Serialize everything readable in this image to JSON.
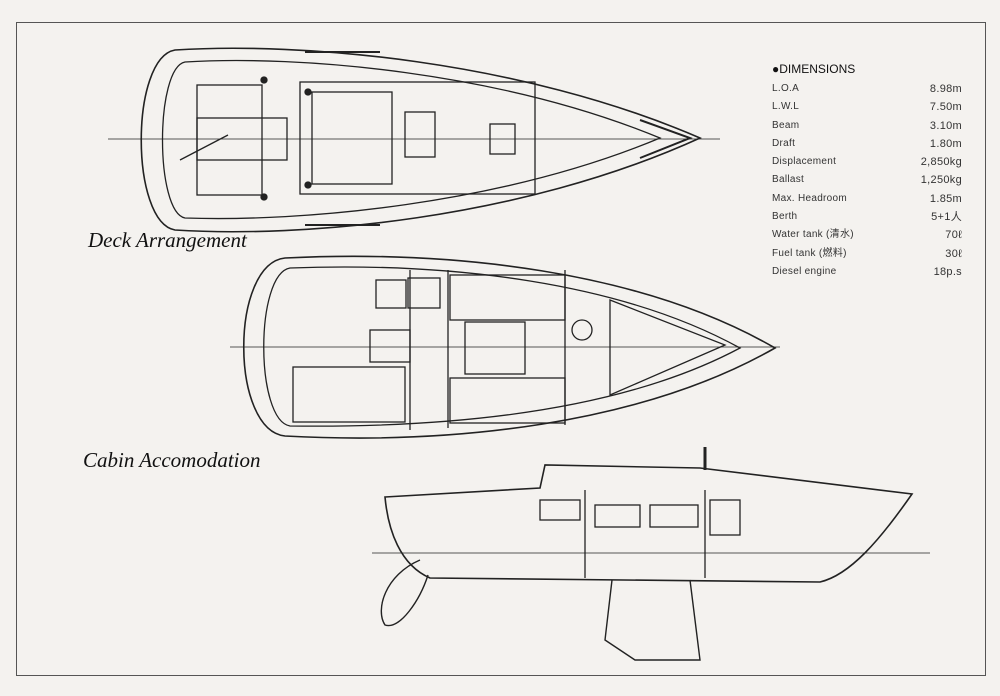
{
  "titles": {
    "deck": "Deck Arrangement",
    "cabin": "Cabin Accomodation"
  },
  "dimensions": {
    "heading": "●DIMENSIONS",
    "rows": [
      {
        "label": "L.O.A",
        "value": "8.98m"
      },
      {
        "label": "L.W.L",
        "value": "7.50m"
      },
      {
        "label": "Beam",
        "value": "3.10m"
      },
      {
        "label": "Draft",
        "value": "1.80m"
      },
      {
        "label": "Displacement",
        "value": "2,850kg"
      },
      {
        "label": "Ballast",
        "value": "1,250kg"
      },
      {
        "label": "Max. Headroom",
        "value": "1.85m"
      },
      {
        "label": "Berth",
        "value": "5+1人"
      },
      {
        "label": "Water tank (清水)",
        "value": "70ℓ"
      },
      {
        "label": "Fuel tank (燃料)",
        "value": "30ℓ"
      },
      {
        "label": "Diesel engine",
        "value": "18p.s"
      }
    ]
  }
}
